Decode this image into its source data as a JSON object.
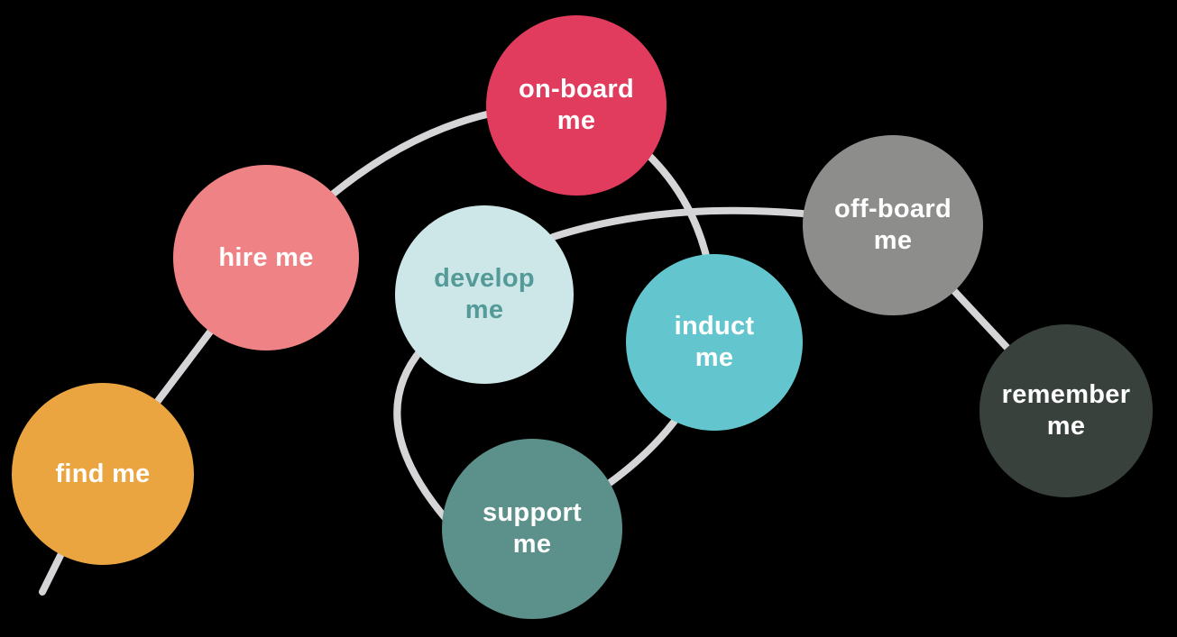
{
  "background_color": "#000000",
  "colors": {
    "connector": "#D5D5D7"
  },
  "nodes": [
    {
      "id": "find-me",
      "line1": "find me",
      "line2": "",
      "fill": "#EAA440",
      "text_color": "#FFFFFF"
    },
    {
      "id": "hire-me",
      "line1": "hire me",
      "line2": "",
      "fill": "#EE8285",
      "text_color": "#FFFFFF"
    },
    {
      "id": "on-board-me",
      "line1": "on-board",
      "line2": "me",
      "fill": "#E13C5D",
      "text_color": "#FFFFFF"
    },
    {
      "id": "induct-me",
      "line1": "induct",
      "line2": "me",
      "fill": "#63C6CE",
      "text_color": "#FFFFFF"
    },
    {
      "id": "support-me",
      "line1": "support",
      "line2": "me",
      "fill": "#5C908A",
      "text_color": "#FFFFFF"
    },
    {
      "id": "develop-me",
      "line1": "develop",
      "line2": "me",
      "fill": "#CDE7E8",
      "text_color": "#549A98"
    },
    {
      "id": "off-board-me",
      "line1": "off-board",
      "line2": "me",
      "fill": "#8D8D8B",
      "text_color": "#FFFFFF"
    },
    {
      "id": "remember-me",
      "line1": "remember",
      "line2": "me",
      "fill": "#39413D",
      "text_color": "#FFFFFF"
    }
  ],
  "connections": [
    {
      "from": "bottom-left-edge",
      "to": "find-me"
    },
    {
      "from": "find-me",
      "to": "hire-me"
    },
    {
      "from": "hire-me",
      "to": "on-board-me"
    },
    {
      "from": "on-board-me",
      "to": "induct-me"
    },
    {
      "from": "induct-me",
      "to": "support-me"
    },
    {
      "from": "support-me",
      "to": "develop-me"
    },
    {
      "from": "develop-me",
      "to": "off-board-me"
    },
    {
      "from": "off-board-me",
      "to": "remember-me"
    }
  ]
}
